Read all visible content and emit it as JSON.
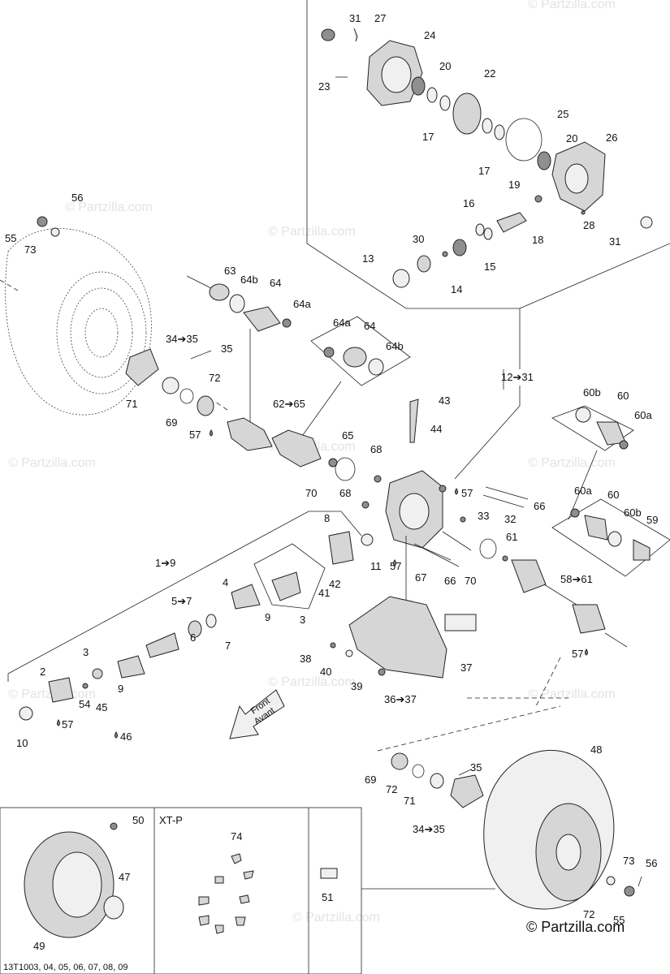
{
  "diagram": {
    "footer_code": "13T1003, 04, 05, 06, 07, 08, 09",
    "copyright": "© Partzilla.com",
    "watermark": "© Partzilla.com",
    "front_arrow": {
      "line1": "Front",
      "line2": "Avant"
    },
    "variant_label": "XT-P",
    "callouts": {
      "c31a": "31",
      "c27": "27",
      "c24": "24",
      "c23": "23",
      "c20a": "20",
      "c22": "22",
      "c17a": "17",
      "c25": "25",
      "c20b": "20",
      "c26": "26",
      "c17b": "17",
      "c19": "19",
      "c16": "16",
      "c28": "28",
      "c31b": "31",
      "c30": "30",
      "c18": "18",
      "c13": "13",
      "c15": "15",
      "c14": "14",
      "c56a": "56",
      "c55a": "55",
      "c73a": "73",
      "c63": "63",
      "c64b_a": "64b",
      "c64_a": "64",
      "c64a_a": "64a",
      "c34_35a": "34➔35",
      "c35a": "35",
      "c72a": "72",
      "c71a": "71",
      "c69a": "69",
      "c57a": "57",
      "c64a_b": "64a",
      "c64_b": "64",
      "c64b_b": "64b",
      "c12_31": "12➔31",
      "c62_65": "62➔65",
      "c43": "43",
      "c44": "44",
      "c65": "65",
      "c68a": "68",
      "c70a": "70",
      "c68b": "68",
      "c57b": "57",
      "c66a": "66",
      "c33": "33",
      "c32": "32",
      "c61": "61",
      "c11": "11",
      "c57c": "57",
      "c67": "67",
      "c66b": "66",
      "c70b": "70",
      "c60b_a": "60b",
      "c60_a": "60",
      "c60a_a": "60a",
      "c60a_b": "60a",
      "c60_b": "60",
      "c60b_b": "60b",
      "c59": "59",
      "c58_61": "58➔61",
      "c57d": "57",
      "c1_9": "1➔9",
      "c8": "8",
      "c4": "4",
      "c5_7": "5➔7",
      "c41": "41",
      "c42": "42",
      "c9a": "9",
      "c3a": "3",
      "c6": "6",
      "c7": "7",
      "c3b": "3",
      "c2": "2",
      "c9b": "9",
      "c54": "54",
      "c45": "45",
      "c57e": "57",
      "c10": "10",
      "c46": "46",
      "c38": "38",
      "c37": "37",
      "c40": "40",
      "c39": "39",
      "c36_37": "36➔37",
      "c48": "48",
      "c35b": "35",
      "c69b": "69",
      "c72b": "72",
      "c71b": "71",
      "c34_35b": "34➔35",
      "c50": "50",
      "c47": "47",
      "c49": "49",
      "c74": "74",
      "c51": "51",
      "c73b": "73",
      "c56b": "56",
      "c72c": "72",
      "c55b": "55"
    }
  }
}
